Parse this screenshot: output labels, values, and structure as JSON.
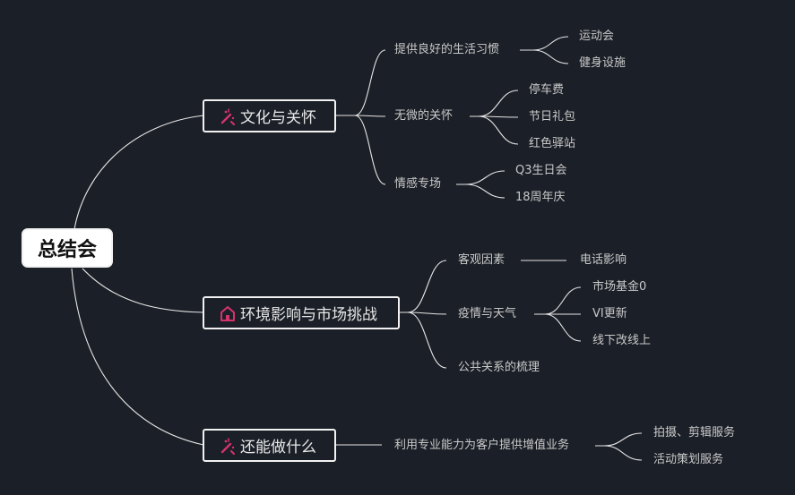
{
  "root": {
    "label": "总结会"
  },
  "colors": {
    "accent": "#d6336c",
    "line": "#e6e6e6",
    "background": "#1b1f27"
  },
  "branches": [
    {
      "label": "文化与关怀",
      "icon": "magic-wand-icon",
      "topics": [
        {
          "label": "提供良好的生活习惯",
          "children": [
            "运动会",
            "健身设施"
          ]
        },
        {
          "label": "无微的关怀",
          "children": [
            "停车费",
            "节日礼包",
            "红色驿站"
          ]
        },
        {
          "label": "情感专场",
          "children": [
            "Q3生日会",
            "18周年庆"
          ]
        }
      ]
    },
    {
      "label": "环境影响与市场挑战",
      "icon": "home-icon",
      "topics": [
        {
          "label": "客观因素",
          "children": [
            "电话影响"
          ]
        },
        {
          "label": "疫情与天气",
          "children": [
            "市场基金0",
            "VI更新",
            "线下改线上"
          ]
        },
        {
          "label": "公共关系的梳理",
          "children": []
        }
      ]
    },
    {
      "label": "还能做什么",
      "icon": "magic-wand-icon",
      "topics": [
        {
          "label": "利用专业能力为客户提供增值业务",
          "children": [
            "拍摄、剪辑服务",
            "活动策划服务"
          ]
        }
      ]
    }
  ]
}
